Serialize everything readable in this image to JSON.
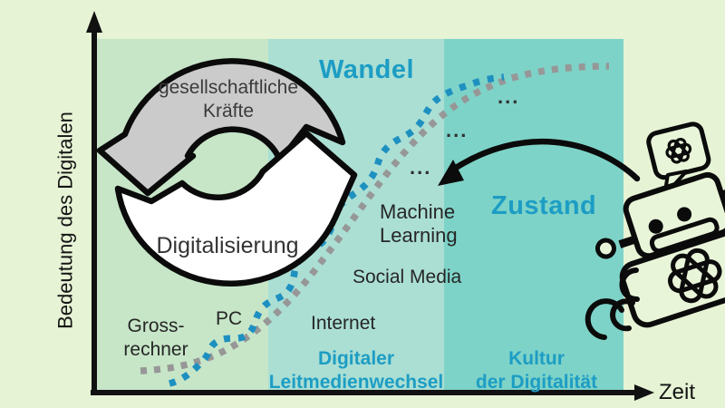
{
  "colors": {
    "page_bg": "#e6f3d5",
    "band_early": "#c7e6c8",
    "band_mid": "#abdfd4",
    "band_late": "#7ed3c8",
    "teal_text": "#1d9dc4",
    "curve_main_gray": "#979797",
    "curve_wave_blue": "#1e90c0",
    "cycle_top_fill": "#cbcbcb",
    "cycle_bottom_fill": "#ffffff",
    "ink": "#111111",
    "robot_fill": "#e9f5d9"
  },
  "axes": {
    "y_label": "Bedeutung des Digitalen",
    "x_label": "Zeit"
  },
  "phases": {
    "wandel": "Wandel",
    "zustand": "Zustand"
  },
  "bands": {
    "mid": {
      "line1": "Digitaler",
      "line2": "Leitmedienwechsel"
    },
    "late": {
      "line1": "Kultur",
      "line2": "der Digitalität"
    }
  },
  "cycle": {
    "top_line1": "gesellschaftliche",
    "top_line2": "Kräfte",
    "bottom": "Digitalisierung"
  },
  "milestones": {
    "mainframe_line1": "Gross-",
    "mainframe_line2": "rechner",
    "pc": "PC",
    "internet": "Internet",
    "social_media": "Social Media",
    "ml_line1": "Machine",
    "ml_line2": "Learning",
    "dots1": "...",
    "dots2": "...",
    "dots3": "..."
  },
  "icons": {
    "robot": "robot-openai-icon",
    "bubble": "chat-bubble-openai-icon",
    "state_arrow": "curved-arrow-icon"
  }
}
